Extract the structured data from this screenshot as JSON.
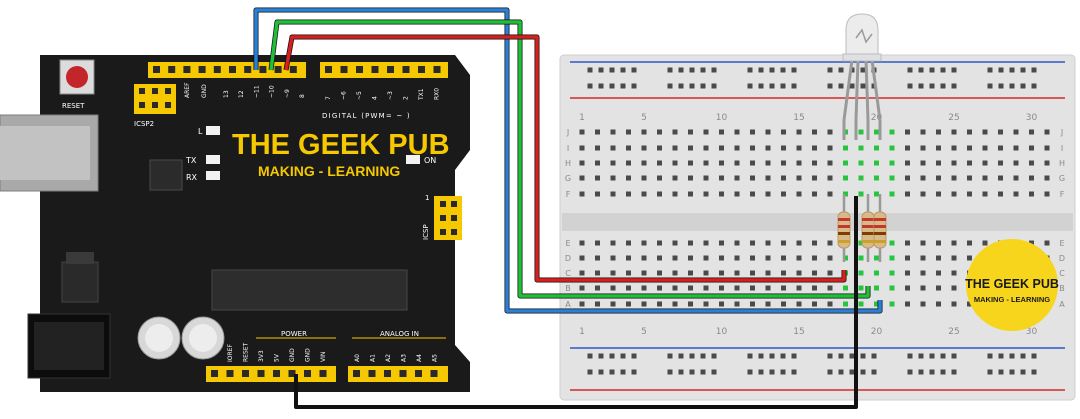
{
  "board": {
    "reset_label": "RESET",
    "icsp2_label": "ICSP2",
    "aref_label": "AREF",
    "gnd_label": "GND",
    "digital_pins": [
      "13",
      "12",
      "~11",
      "~10",
      "~9",
      "8"
    ],
    "digital_pins_right": [
      "7",
      "~6",
      "~5",
      "4",
      "~3",
      "2",
      "TX1",
      "RX0"
    ],
    "digital_label": "DIGITAL (PWM= ~ )",
    "led_l": "L",
    "led_tx": "TX",
    "led_rx": "RX",
    "led_on": "ON",
    "brand_title": "THE GEEK PUB",
    "brand_sub": "MAKING - LEARNING",
    "icsp_label": "ICSP",
    "icsp_pin1": "1",
    "power_label": "POWER",
    "analog_label": "ANALOG IN",
    "power_pins": [
      "IOREF",
      "RESET",
      "3V3",
      "5V",
      "GND",
      "GND",
      "VIN"
    ],
    "analog_pins": [
      "A0",
      "A1",
      "A2",
      "A3",
      "A4",
      "A5"
    ]
  },
  "breadboard": {
    "col_numbers": [
      "1",
      "5",
      "10",
      "15",
      "20",
      "25",
      "30"
    ],
    "rows_top": [
      "J",
      "I",
      "H",
      "G",
      "F"
    ],
    "rows_bottom": [
      "E",
      "D",
      "C",
      "B",
      "A"
    ]
  },
  "badge": {
    "title": "THE GEEK PUB",
    "sub": "MAKING - LEARNING"
  },
  "colors": {
    "board": "#1a1a1a",
    "header": "#f5c800",
    "wire_red": "#d6201f",
    "wire_green": "#1fbf3a",
    "wire_blue": "#2a7fd6",
    "wire_black": "#111111",
    "breadboard": "#e4e4e4",
    "badge": "#f7d51d"
  }
}
